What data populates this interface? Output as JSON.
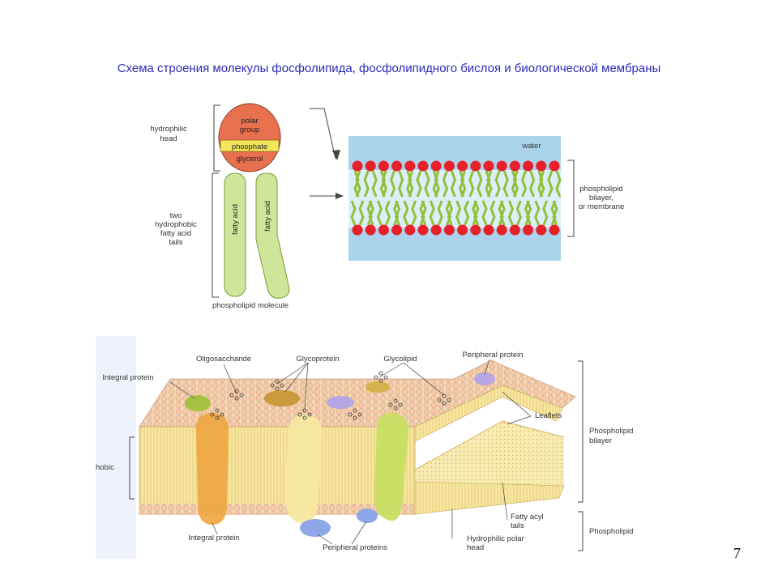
{
  "slide": {
    "title": "Схема строения молекулы фосфолипида, фосфолипидного бислоя и биологической мембраны",
    "page_number": "7"
  },
  "molecule": {
    "label_hydrophilic_1": "hydrophilic",
    "label_hydrophilic_2": "head",
    "label_polar_1": "polar",
    "label_polar_2": "group",
    "label_phosphate": "phosphate",
    "label_glycerol": "glycerol",
    "label_tails_1": "two",
    "label_tails_2": "hydrophobic",
    "label_tails_3": "fatty acid",
    "label_tails_4": "tails",
    "label_fatty_acid_left": "fatty acid",
    "label_fatty_acid_right": "fatty acid",
    "caption": "phospholipid molecule",
    "colors": {
      "head": "#e8704e",
      "phosphate": "#f3e65a",
      "tail": "#cfe59a"
    }
  },
  "bilayer": {
    "label_water": "water",
    "label_side_1": "phospholipid",
    "label_side_2": "bilayer,",
    "label_side_3": "or membrane",
    "colors": {
      "water": "#a9d4ec",
      "head": "#e8202a",
      "tail": "#8fc23b"
    }
  },
  "membrane": {
    "label_oligosaccharide": "Oligosaccharide",
    "label_glycoprotein": "Glycoprotein",
    "label_glycolipid": "Glycolipid",
    "label_peripheral_top": "Peripheral protein",
    "label_integral_top": "Integral protein",
    "label_leaflets": "Leaflets",
    "label_bilayer_1": "Phospholipid",
    "label_bilayer_2": "bilayer",
    "label_hydrophobic": "hobic",
    "label_integral_bottom": "Integral protein",
    "label_peripheral_bottom": "Peripheral proteins",
    "label_fatty_acyl_1": "Fatty acyl",
    "label_fatty_acyl_2": "tails",
    "label_polar_head_1": "Hydrophilic polar",
    "label_polar_head_2": "head",
    "label_phospholipid": "Phospholipid"
  }
}
